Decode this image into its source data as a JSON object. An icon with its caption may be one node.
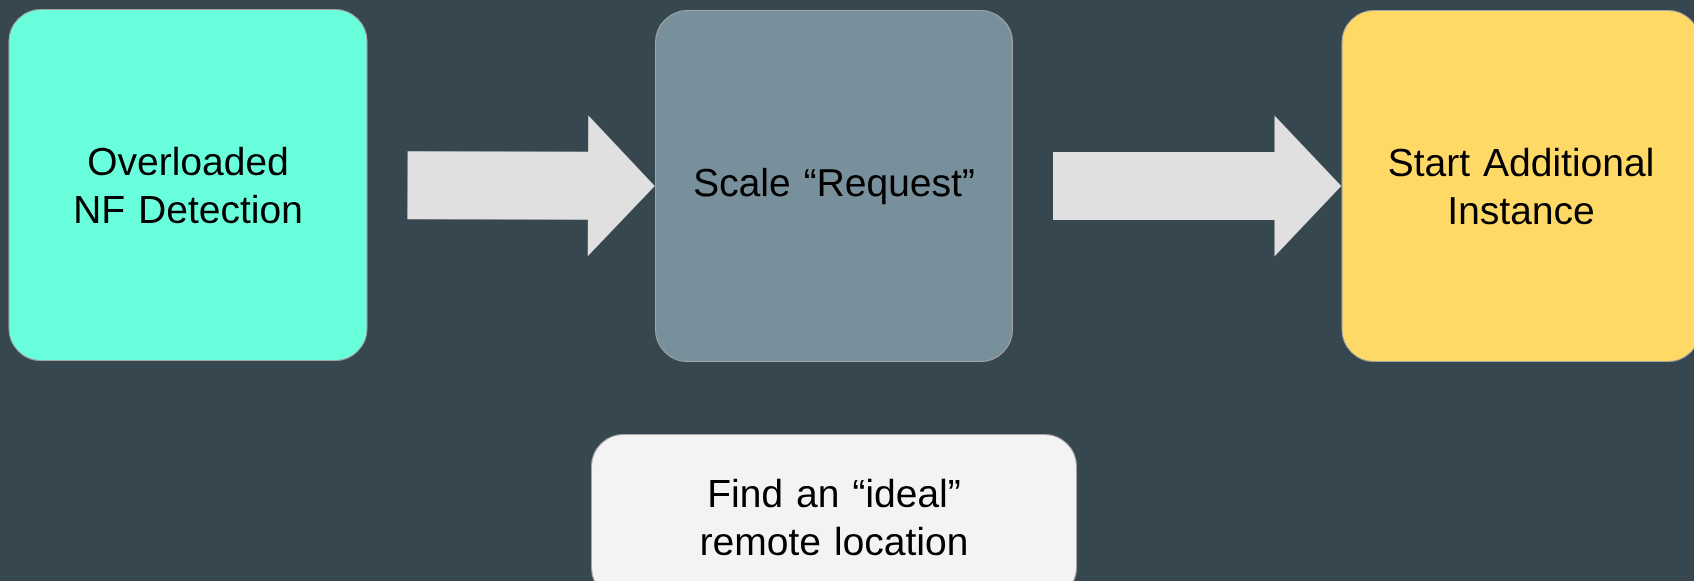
{
  "diagram": {
    "nodes": [
      {
        "text": [
          "Overloaded NF Detection"
        ]
      },
      {
        "text": [
          "Scale “Request”"
        ]
      },
      {
        "text": [
          "Start Additional Instance"
        ]
      },
      {
        "text": [
          "Find an “ideal” remote location"
        ]
      }
    ],
    "edges": [
      {
        "from": 0,
        "to": 1,
        "arrow": "to"
      },
      {
        "from": 1,
        "to": 2,
        "arrow": "to"
      }
    ]
  }
}
